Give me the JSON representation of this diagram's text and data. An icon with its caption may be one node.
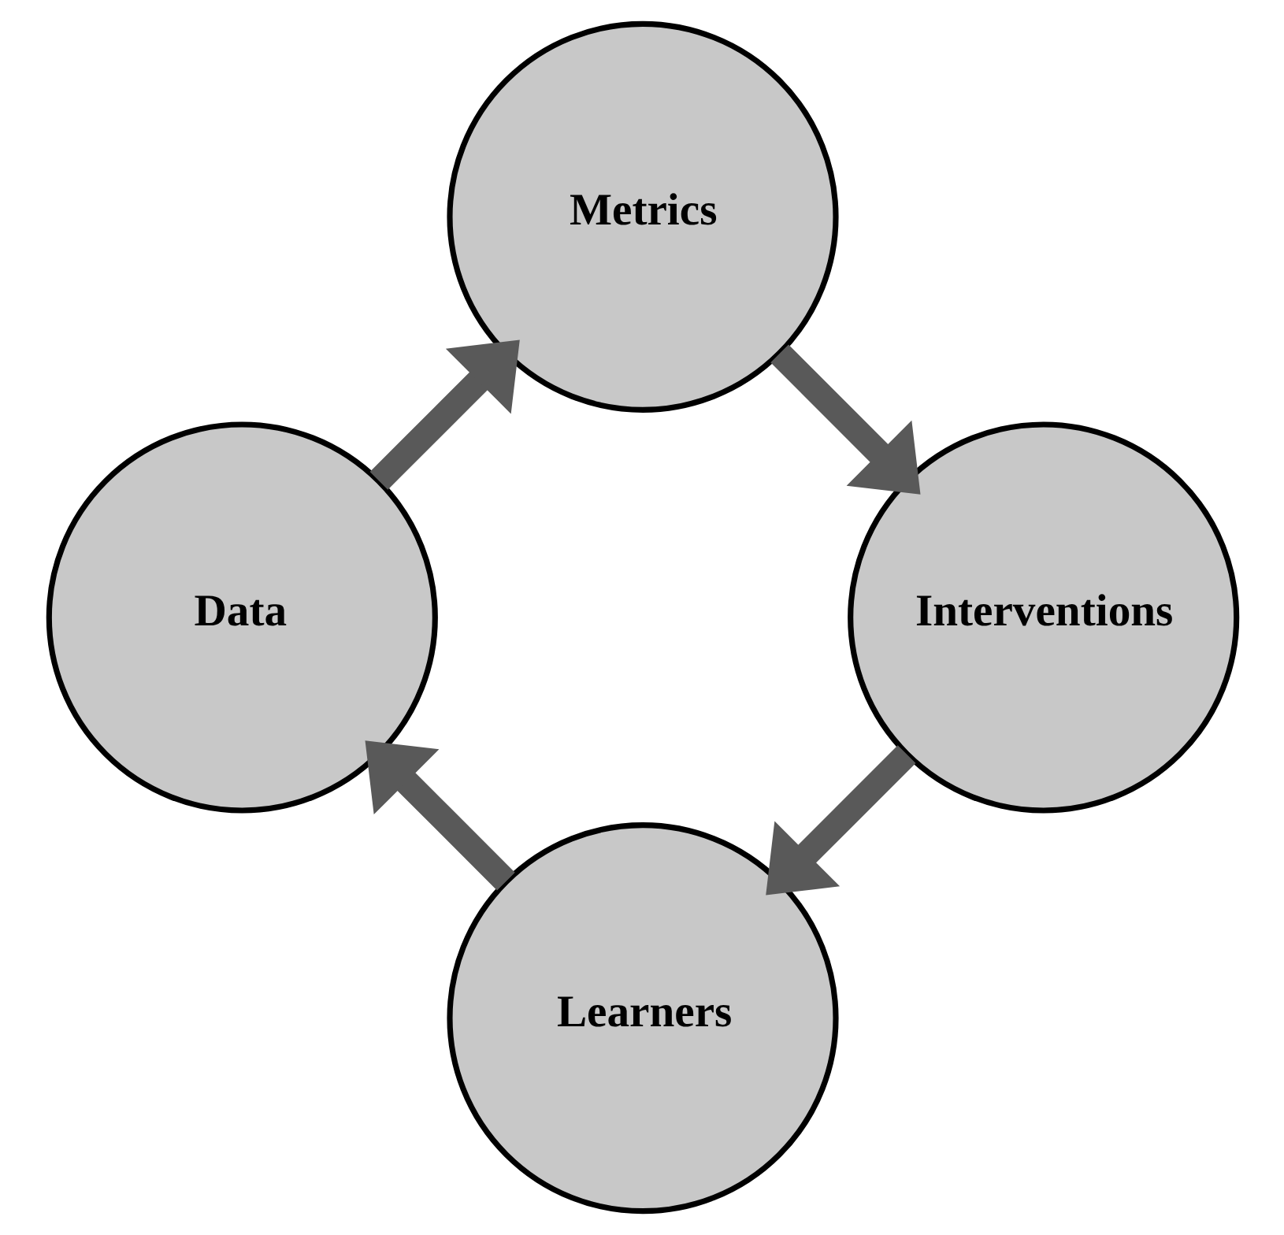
{
  "diagram": {
    "nodes": [
      {
        "text": [
          "Learners"
        ]
      },
      {
        "text": [
          "Data"
        ]
      },
      {
        "text": [
          "Metrics"
        ]
      },
      {
        "text": [
          "Interventions"
        ]
      }
    ],
    "edges": [
      {
        "from": 0,
        "to": 1,
        "arrow": "to"
      },
      {
        "from": 1,
        "to": 2,
        "arrow": "to"
      },
      {
        "from": 2,
        "to": 3,
        "arrow": "to"
      },
      {
        "from": 3,
        "to": 0,
        "arrow": "to"
      }
    ]
  }
}
